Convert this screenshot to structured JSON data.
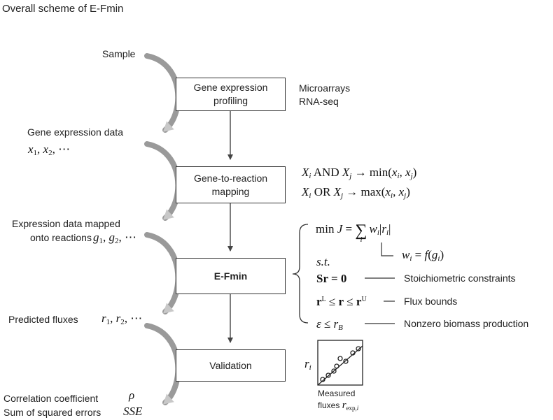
{
  "title": "Overall scheme of E-Fmin",
  "left_column": {
    "sample": "Sample",
    "gene_expression_data": "Gene expression data",
    "gene_expression_vars": "x₁, x₂, ⋯",
    "mapped_line1": "Expression data mapped",
    "mapped_line2": "onto reactions",
    "mapped_vars": "g₁, g₂, ⋯",
    "predicted_fluxes": "Predicted fluxes",
    "predicted_vars": "r₁, r₂, ⋯",
    "correlation": "Correlation coefficient",
    "correlation_symbol": "ρ",
    "sse": "Sum of squared errors",
    "sse_symbol": "SSE"
  },
  "boxes": {
    "profiling_line1": "Gene expression",
    "profiling_line2": "profiling",
    "mapping_line1": "Gene-to-reaction",
    "mapping_line2": "mapping",
    "efmin": "E-Fmin",
    "validation": "Validation"
  },
  "profiling_notes": {
    "microarrays": "Microarrays",
    "rnaseq": "RNA-seq"
  },
  "mapping_rules": {
    "and_rule": "X_i AND X_j → min(x_i, x_j)",
    "or_rule": "X_i OR X_j → max(x_i, x_j)"
  },
  "optimization": {
    "objective": "min J = Σ_i w_i |r_i|",
    "weight": "w_i = f(g_i)",
    "st": "s.t.",
    "stoich_eq": "Sr = 0",
    "stoich_label": "Stoichiometric constraints",
    "bounds_eq": "r^L ≤ r ≤ r^U",
    "bounds_label": "Flux bounds",
    "biomass_eq": "ε ≤ r_B",
    "biomass_label": "Nonzero biomass production"
  },
  "validation_plot": {
    "y_label": "r_i",
    "x_label_line1": "Measured",
    "x_label_line2": "fluxes r_exp,i"
  },
  "colors": {
    "text": "#222222",
    "box_border": "#333333",
    "curved_arrow_gray": "#8c8c8c",
    "arrow_head_light": "#c8c8c8"
  }
}
